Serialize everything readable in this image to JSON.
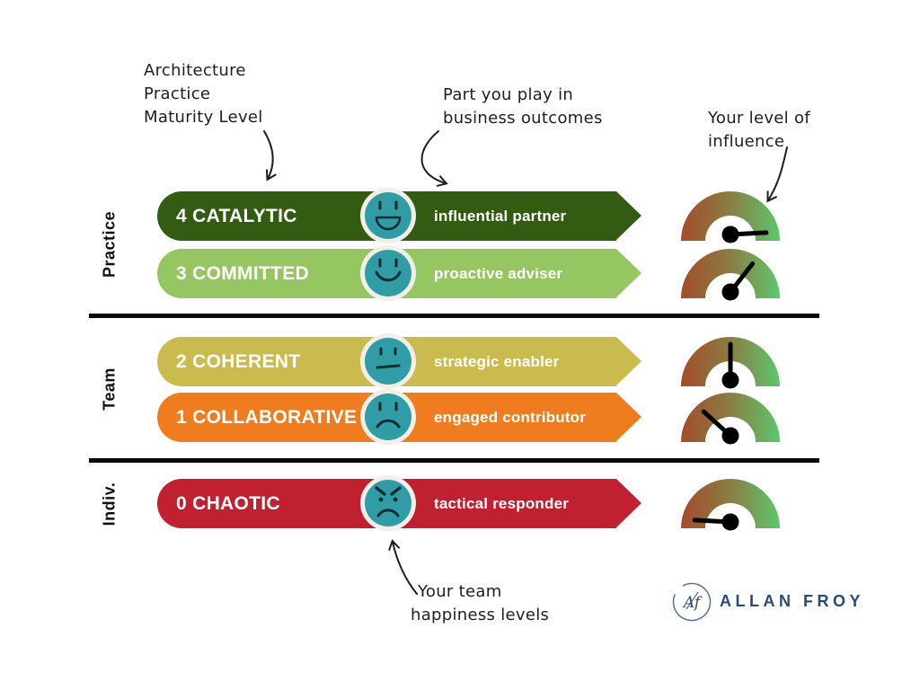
{
  "page": {
    "background": "#ffffff"
  },
  "annotations": {
    "maturity_label": {
      "lines": [
        "Architecture",
        "Practice",
        "Maturity Level"
      ]
    },
    "outcomes_label": {
      "lines": [
        "Part you play in",
        "business outcomes"
      ]
    },
    "influence_label": {
      "lines": [
        "Your level of",
        "influence"
      ]
    },
    "happiness_label": {
      "lines": [
        "Your team",
        "happiness levels"
      ]
    }
  },
  "groups": [
    {
      "label": "Practice"
    },
    {
      "label": "Team"
    },
    {
      "label": "Indiv."
    }
  ],
  "levels": [
    {
      "number": "4",
      "name": "CATALYTIC",
      "label": "4 CATALYTIC",
      "descriptor": "influential partner",
      "color": "#335c12",
      "face": "grin",
      "gauge_angle": 3
    },
    {
      "number": "3",
      "name": "COMMITTED",
      "label": "3 COMMITTED",
      "descriptor": "proactive adviser",
      "color": "#95c661",
      "face": "smile",
      "gauge_angle": 52
    },
    {
      "number": "2",
      "name": "COHERENT",
      "label": "2 COHERENT",
      "descriptor": "strategic enabler",
      "color": "#c9bb4e",
      "face": "neutral",
      "gauge_angle": 90
    },
    {
      "number": "1",
      "name": "COLLABORATIVE",
      "label": "1 COLLABORATIVE",
      "descriptor": "engaged contributor",
      "color": "#ef7d20",
      "face": "frown",
      "gauge_angle": 138
    },
    {
      "number": "0",
      "name": "CHAOTIC",
      "label": "0 CHAOTIC",
      "descriptor": "tactical responder",
      "color": "#c12031",
      "face": "angry",
      "gauge_angle": 177
    }
  ],
  "gauge": {
    "gradient_low": "#a34c2c",
    "gradient_mid": "#8c7b43",
    "gradient_high": "#5cc76d",
    "needle_color": "#000000"
  },
  "face_style": {
    "fill": "#309da6",
    "ring": "#f3efe6",
    "ink": "#0e2e31"
  },
  "logo": {
    "monogram": "Af",
    "wordmark": "ALLAN FROY",
    "color": "#2b4a74"
  }
}
